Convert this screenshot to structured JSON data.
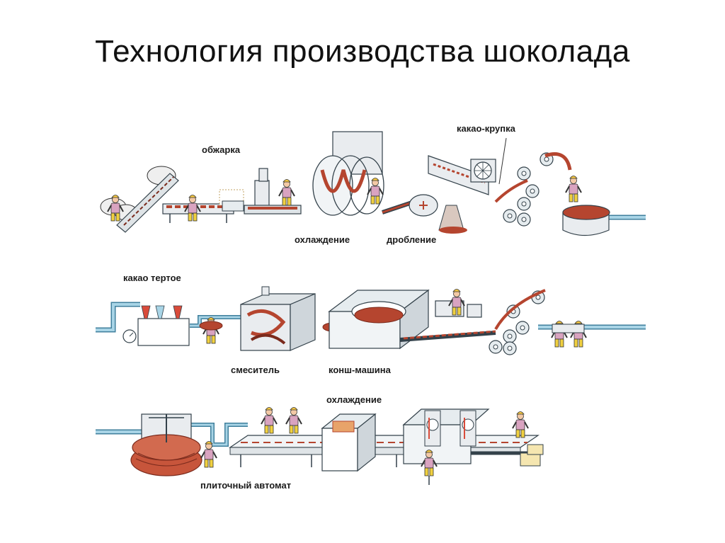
{
  "title": "Технология производства шоколада",
  "labels": {
    "roasting": "обжарка",
    "cocoa_nibs": "какао-крупка",
    "cooling_1": "охлаждение",
    "crushing": "дробление",
    "cocoa_liquor": "какао тертое",
    "mixer": "смеситель",
    "conche": "конш-машина",
    "cooling_2": "охлаждение",
    "molding": "плиточный автомат"
  },
  "colors": {
    "cocoa": "#b5452f",
    "cocoa_dark": "#7a2a1c",
    "pipe": "#a8d4e6",
    "pipe_stroke": "#3f7f9c",
    "machine": "#e9ecef",
    "machine_stroke": "#33414a",
    "worker_shirt": "#d9a3c0",
    "worker_pants": "#f0d040",
    "helmet": "#f5c842"
  }
}
